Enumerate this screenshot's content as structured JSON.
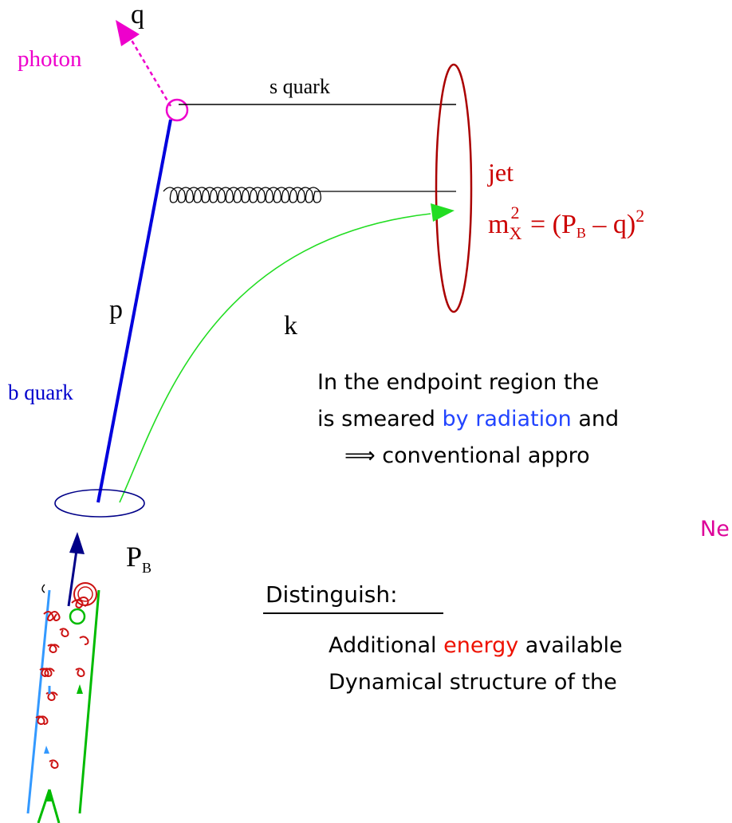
{
  "diagram": {
    "labels": {
      "q": "q",
      "photon": "photon",
      "s_quark": "s quark",
      "jet": "jet",
      "formula": {
        "m": "m",
        "exp": "2",
        "sub": "X",
        "eq": " = (P",
        "b_sub": "B",
        "minus_q": " – q)",
        "sq": "2"
      },
      "p": "p",
      "k": "k",
      "b_quark": "b quark",
      "P": "P",
      "P_sub": "B"
    },
    "text": {
      "line1_prefix": "In the endpoint region the",
      "line2_prefix": "is smeared ",
      "line2_highlight": "by radiation",
      "line2_suffix": " and",
      "line3_arrow": "⟹",
      "line3_text": " conventional appro",
      "ne_fragment": "Ne",
      "distinguish": "Distinguish:",
      "line_additional_prefix": "Additional ",
      "line_additional_highlight": "energy",
      "line_additional_suffix": " available",
      "line_dynamical": "Dynamical structure of the"
    },
    "colors": {
      "photon": "#ee00cc",
      "b_quark": "#0000cc",
      "jet": "#cc0000",
      "k_line": "#00dd00",
      "meson_blue": "#3399ff",
      "meson_green": "#00bb00",
      "gluon_red": "#cc0000",
      "vector_navy": "#000088"
    }
  }
}
